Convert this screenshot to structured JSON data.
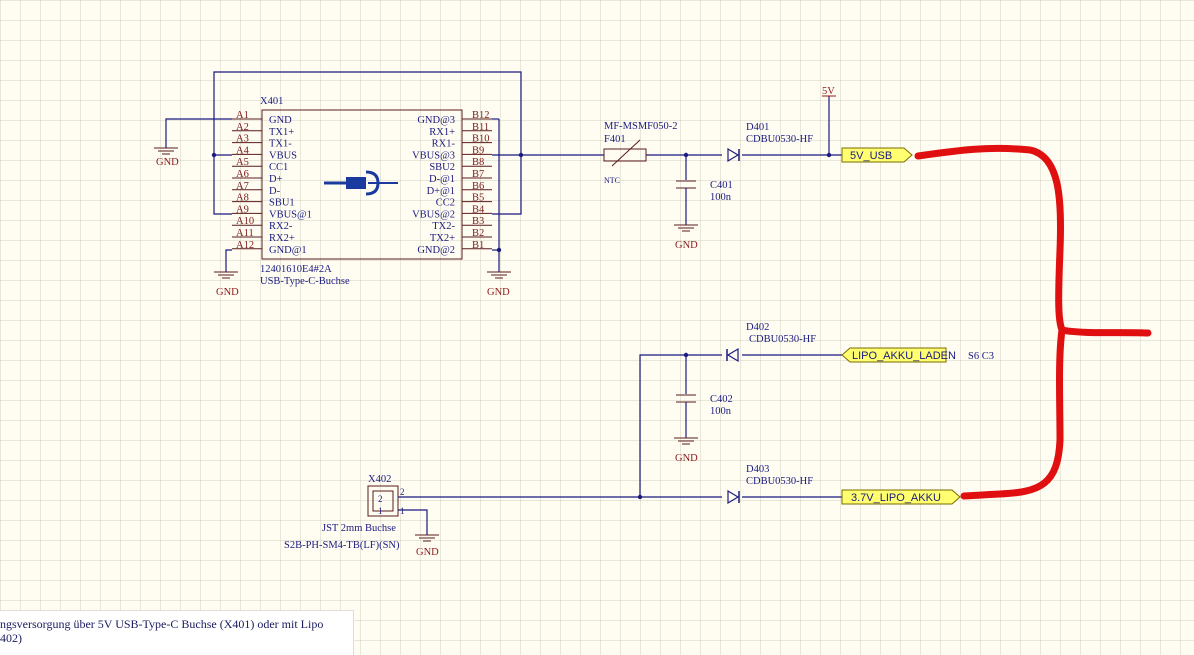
{
  "x401": {
    "designator": "X401",
    "part": "12401610E4#2A",
    "name": "USB-Type-C-Buchse",
    "left_pins": [
      {
        "num": "A1",
        "name": "GND"
      },
      {
        "num": "A2",
        "name": "TX1+"
      },
      {
        "num": "A3",
        "name": "TX1-"
      },
      {
        "num": "A4",
        "name": "VBUS"
      },
      {
        "num": "A5",
        "name": "CC1"
      },
      {
        "num": "A6",
        "name": "D+"
      },
      {
        "num": "A7",
        "name": "D-"
      },
      {
        "num": "A8",
        "name": "SBU1"
      },
      {
        "num": "A9",
        "name": "VBUS@1"
      },
      {
        "num": "A10",
        "name": "RX2-"
      },
      {
        "num": "A11",
        "name": "RX2+"
      },
      {
        "num": "A12",
        "name": "GND@1"
      }
    ],
    "right_pins": [
      {
        "num": "B12",
        "name": "GND@3"
      },
      {
        "num": "B11",
        "name": "RX1+"
      },
      {
        "num": "B10",
        "name": "RX1-"
      },
      {
        "num": "B9",
        "name": "VBUS@3"
      },
      {
        "num": "B8",
        "name": "SBU2"
      },
      {
        "num": "B7",
        "name": "D-@1"
      },
      {
        "num": "B6",
        "name": "D+@1"
      },
      {
        "num": "B5",
        "name": "CC2"
      },
      {
        "num": "B4",
        "name": "VBUS@2"
      },
      {
        "num": "B3",
        "name": "TX2-"
      },
      {
        "num": "B2",
        "name": "TX2+"
      },
      {
        "num": "B1",
        "name": "GND@2"
      }
    ]
  },
  "f401": {
    "part": "MF-MSMF050-2",
    "designator": "F401",
    "type": "NTC"
  },
  "c401": {
    "designator": "C401",
    "value": "100n"
  },
  "c402": {
    "designator": "C402",
    "value": "100n"
  },
  "d401": {
    "designator": "D401",
    "part": "CDBU0530-HF"
  },
  "d402": {
    "designator": "D402",
    "part": "CDBU0530-HF"
  },
  "d403": {
    "designator": "D403",
    "part": "CDBU0530-HF"
  },
  "x402": {
    "designator": "X402",
    "pin2": "2",
    "pin1": "1",
    "name": "JST 2mm Buchse",
    "part": "S2B-PH-SM4-TB(LF)(SN)"
  },
  "power": {
    "five_v": "5V",
    "gnd": "GND"
  },
  "ports": {
    "usb": "5V_USB",
    "lipo_laden": "LIPO_AKKU_LADEN",
    "lipo_akku": "3.7V_LIPO_AKKU",
    "sheet_ref": "S6 C3"
  },
  "note": {
    "line1": "ngsversorgung über 5V USB-Type-C Buchse (X401) oder mit Lipo",
    "line2": "402)"
  },
  "colors": {
    "wire": "#1a1a80",
    "annotation": "#e01010",
    "port_fill": "#ffff70"
  }
}
